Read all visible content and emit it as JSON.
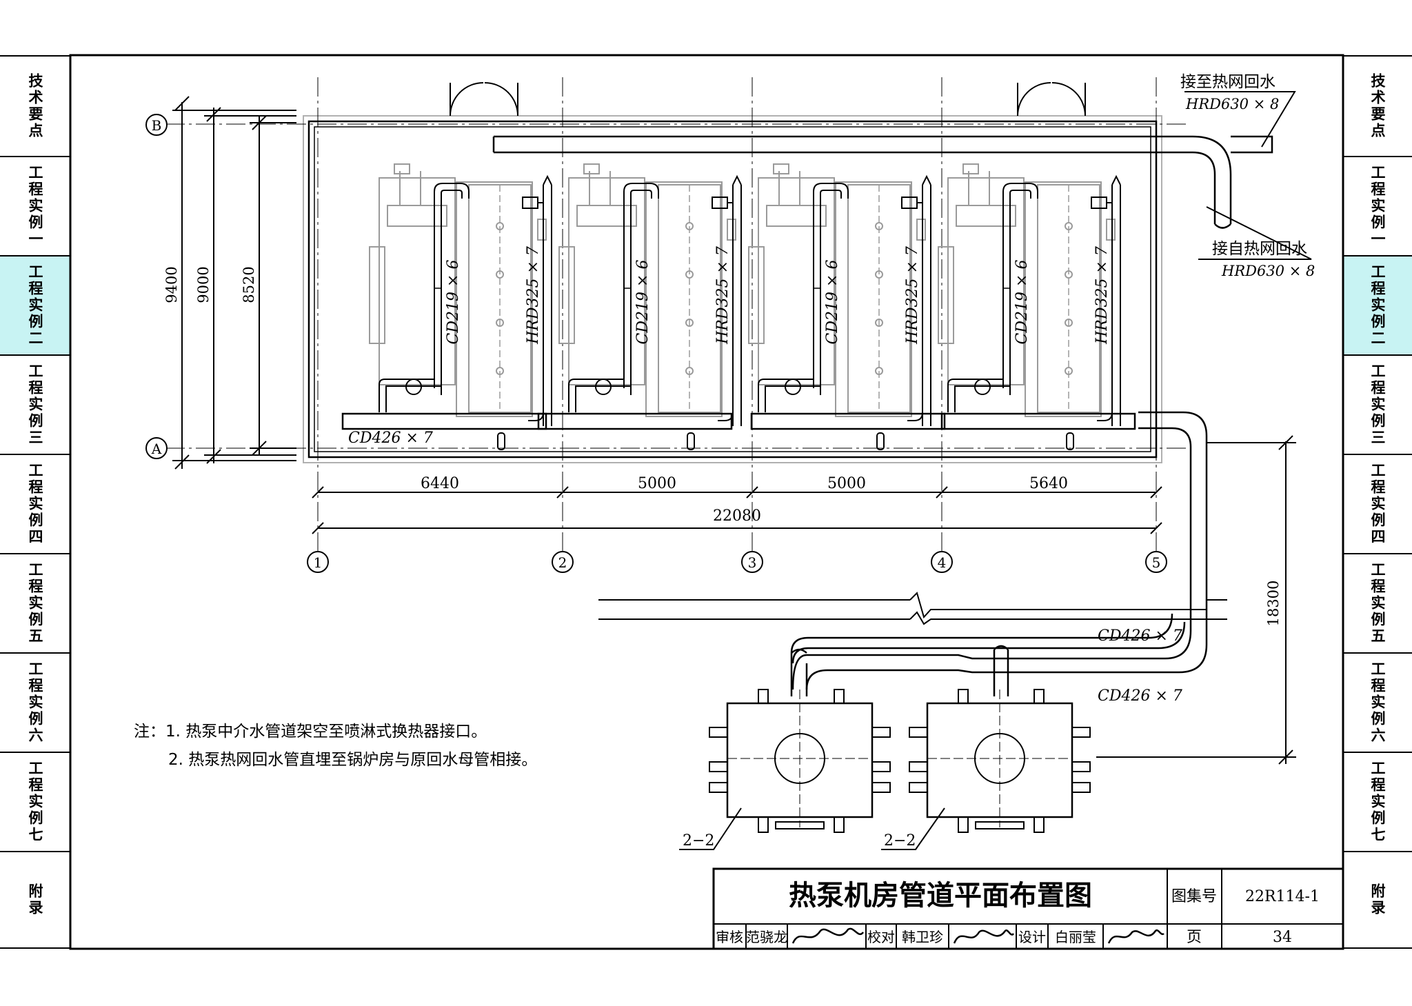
{
  "side_tabs": [
    {
      "label": "技术要点",
      "active": false
    },
    {
      "label": "工程实例一",
      "active": false
    },
    {
      "label": "工程实例二",
      "active": true
    },
    {
      "label": "工程实例三",
      "active": false
    },
    {
      "label": "工程实例四",
      "active": false
    },
    {
      "label": "工程实例五",
      "active": false
    },
    {
      "label": "工程实例六",
      "active": false
    },
    {
      "label": "工程实例七",
      "active": false
    },
    {
      "label": "附录",
      "active": false
    }
  ],
  "drawing": {
    "axes_rows": [
      "B",
      "A"
    ],
    "axes_cols": [
      "1",
      "2",
      "3",
      "4",
      "5"
    ],
    "dims_vertical": [
      "9400",
      "9000",
      "8520"
    ],
    "dims_horizontal": [
      "6440",
      "5000",
      "5000",
      "5640"
    ],
    "dim_total": "22080",
    "dim_right": "18300",
    "pipe_labels": {
      "cd219": "CD219 × 6",
      "hrd325": "HRD325 × 7",
      "cd426": "CD426 × 7",
      "hrd630": "HRD630 × 8",
      "to_return": "接至热网回水",
      "from_return": "接自热网回水"
    },
    "section_label": "2−2"
  },
  "notes": [
    "注：1. 热泵中介水管道架空至喷淋式换热器接口。",
    "2. 热泵热网回水管直埋至锅炉房与原回水母管相接。"
  ],
  "title_block": {
    "title": "热泵机房管道平面布置图",
    "atlas_label": "图集号",
    "atlas_no": "22R114-1",
    "page_label": "页",
    "page_no": "34",
    "review_label": "审核",
    "reviewer": "范骁龙",
    "check_label": "校对",
    "checker": "韩卫珍",
    "design_label": "设计",
    "designer": "白丽莹"
  },
  "colors": {
    "active_tab": "#c8f3f3",
    "line": "#000000",
    "equipment": "#9a9a9a"
  }
}
